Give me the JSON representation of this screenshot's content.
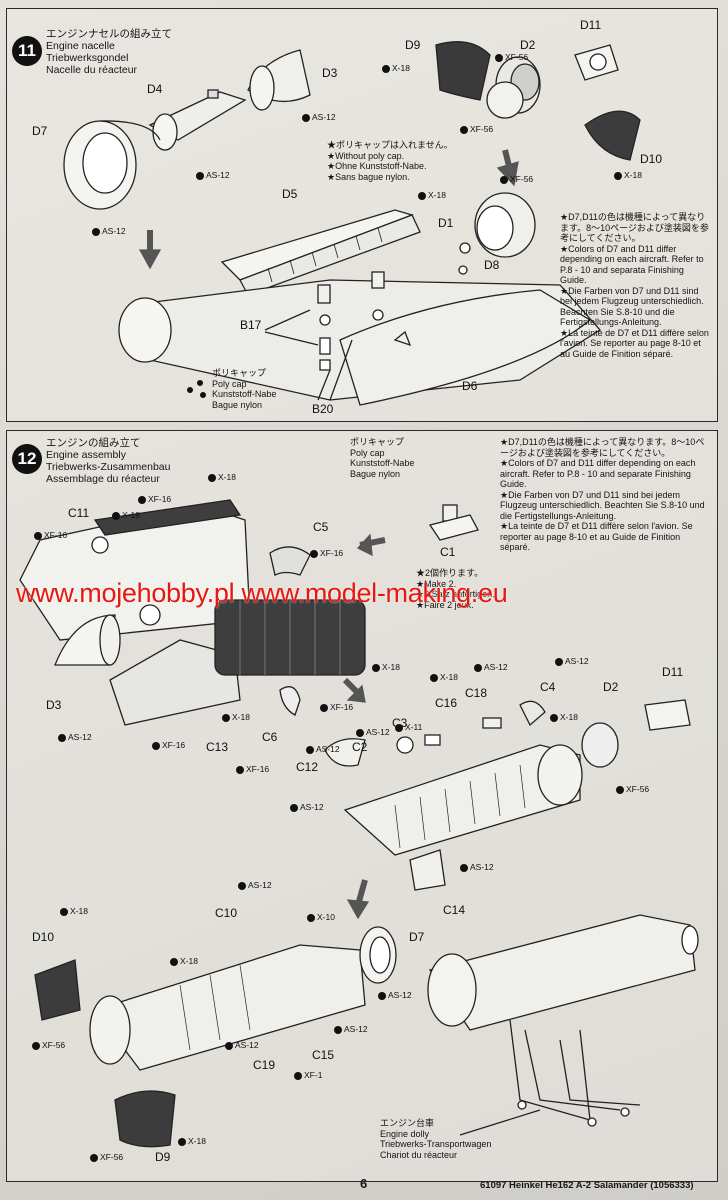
{
  "step11": {
    "number": "11",
    "title_jp": "エンジンナセルの組み立て",
    "title_en": "Engine nacelle",
    "title_de": "Triebwerksgondel",
    "title_fr": "Nacelle du réacteur",
    "parts": [
      "D11",
      "D9",
      "D2",
      "D3",
      "D4",
      "D7",
      "D10",
      "D5",
      "D1",
      "D8",
      "B17",
      "D6",
      "B20"
    ],
    "paints": [
      "X-18",
      "XF-56",
      "AS-12",
      "XF-56",
      "X-18",
      "XF-56",
      "AS-12",
      "AS-12",
      "X-18"
    ],
    "polycap_note": {
      "jp": "★ポリキャップは入れません。",
      "en": "★Without poly cap.",
      "de": "★Ohne Kunststoff-Nabe.",
      "fr": "★Sans bague nylon."
    },
    "polycap_label": {
      "jp": "ポリキャップ",
      "en": "Poly cap",
      "de": "Kunststoff-Nabe",
      "fr": "Bague nylon"
    },
    "color_note": {
      "jp": "★D7,D11の色は機種によって異なります。8〜10ページおよび塗装図を参考にしてください。",
      "en": "★Colors of D7 and D11 differ depending on each aircraft. Refer to P.8 - 10 and separata Finishing Guide.",
      "de": "★Die Farben von D7 und D11 sind bei jedem Flugzeug unterschiedlich. Beachten Sie S.8-10 und die Fertigstellungs-Anleitung.",
      "fr": "★La teinte de D7 et D11 diffère selon l'avion. Se reporter au page 8-10 et au Guide de Finition séparé."
    }
  },
  "step12": {
    "number": "12",
    "title_jp": "エンジンの組み立て",
    "title_en": "Engine assembly",
    "title_de": "Triebwerks-Zusammenbau",
    "title_fr": "Assemblage du réacteur",
    "polycap_label": {
      "jp": "ポリキャップ",
      "en": "Poly cap",
      "de": "Kunststoff-Nabe",
      "fr": "Bague nylon"
    },
    "make_two": {
      "jp": "★2個作ります。",
      "en": "★Make 2.",
      "de": "★2 Satz anfertigen.",
      "fr": "★Faire 2 jeux."
    },
    "color_note": {
      "jp": "★D7,D11の色は機種によって異なります。8〜10ページおよび塗装図を参考にしてください。",
      "en": "★Colors of D7 and D11 differ depending on each aircraft. Refer to P.8 - 10 and separate Finishing Guide.",
      "de": "★Die Farben von D7 und D11 sind bei jedem Flugzeug unterschiedlich. Beachten Sie S.8-10 und die Fertigstellungs-Anleitung.",
      "fr": "★La teinte de D7 et D11 diffère selon l'avion. Se reporter au page 8-10 et au Guide de Finition séparé."
    },
    "dolly": {
      "jp": "エンジン台車",
      "en": "Engine dolly",
      "de": "Triebwerks-Transportwagen",
      "fr": "Chariot du réacteur"
    }
  },
  "watermark": "www.mojehobby.pl www.model-making.eu",
  "footer": {
    "page": "6",
    "code": "61097 Heinkel He162 A-2 Salamander (1056333)"
  },
  "labels": {
    "D11": "D11",
    "D9": "D9",
    "D2": "D2",
    "D3": "D3",
    "D4": "D4",
    "D7": "D7",
    "D10": "D10",
    "D5": "D5",
    "D1": "D1",
    "D8": "D8",
    "B17": "B17",
    "D6": "D6",
    "B20": "B20",
    "C11": "C11",
    "C5": "C5",
    "C1": "C1",
    "C13": "C13",
    "C6": "C6",
    "C12": "C12",
    "C2": "C2",
    "C3": "C3",
    "C16": "C16",
    "C18": "C18",
    "C4": "C4",
    "C14": "C14",
    "C10": "C10",
    "C19": "C19",
    "C15": "C15"
  },
  "paint_codes": {
    "x18": "X-18",
    "xf56": "XF-56",
    "as12": "AS-12",
    "xf16": "XF-16",
    "x11": "X-11",
    "x10": "X-10",
    "xf1": "XF-1"
  }
}
